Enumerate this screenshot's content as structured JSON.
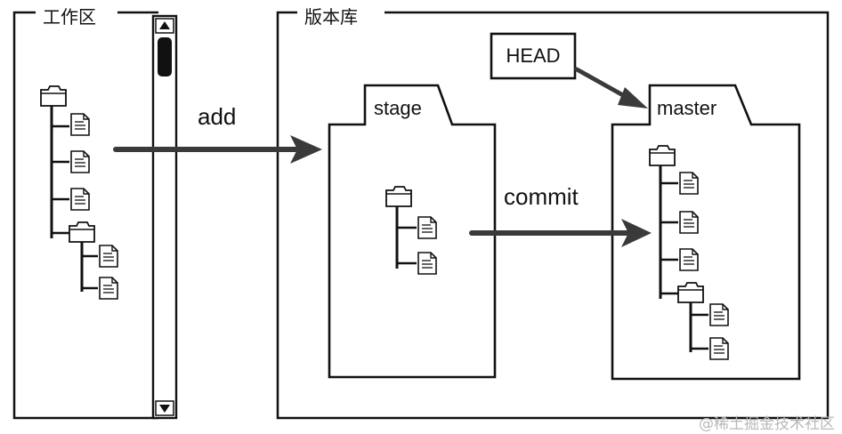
{
  "workspace": {
    "title": "工作区"
  },
  "repository": {
    "title": "版本库",
    "stage_label": "stage",
    "master_label": "master",
    "head_label": "HEAD"
  },
  "arrows": {
    "add_label": "add",
    "commit_label": "commit"
  },
  "watermark": {
    "text": "@稀土掘金技术社区"
  },
  "icons": {
    "folder": "folder-icon",
    "file": "file-icon",
    "scroll_up": "scroll-up-arrow-icon",
    "scroll_down": "scroll-down-arrow-icon"
  },
  "colors": {
    "line": "#111111",
    "arrow": "#3a3a3a",
    "watermark": "#b8b8b8",
    "background": "#ffffff"
  }
}
